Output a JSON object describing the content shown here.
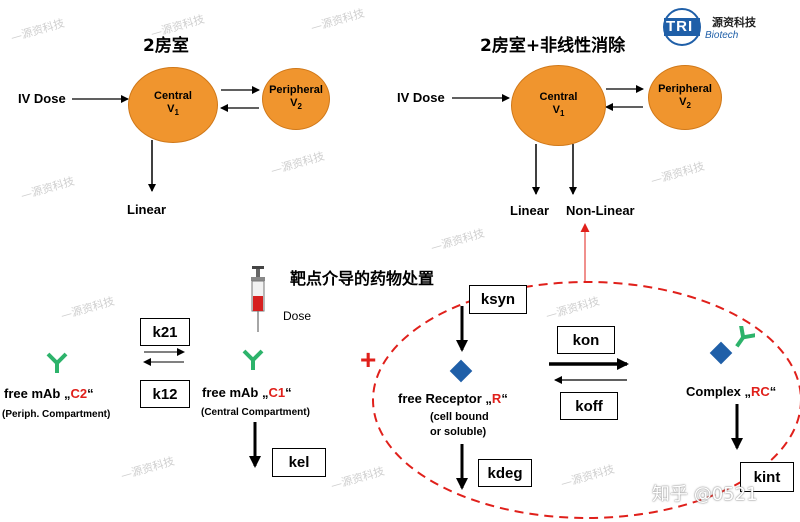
{
  "top_left": {
    "title": "2房室",
    "dose": "IV Dose",
    "central_line1": "Central",
    "central_line2": "V",
    "central_sub": "1",
    "peripheral_line1": "Peripheral",
    "peripheral_line2": "V",
    "peripheral_sub": "2",
    "linear": "Linear"
  },
  "top_right": {
    "title": "2房室+非线性消除",
    "dose": "IV Dose",
    "central_line1": "Central",
    "central_line2": "V",
    "central_sub": "1",
    "peripheral_line1": "Peripheral",
    "peripheral_line2": "V",
    "peripheral_sub": "2",
    "linear": "Linear",
    "nonlinear": "Non-Linear"
  },
  "logo": {
    "mark": "TRI",
    "name": "源资科技",
    "sub": "Biotech"
  },
  "tmdd": {
    "title": "靶点介导的药物处置",
    "dose": "Dose",
    "c2_prefix": "free mAb „",
    "c2": "C2",
    "c2_suffix": "“",
    "c2_note": "(Periph. Compartment)",
    "c1_prefix": "free mAb „",
    "c1": "C1",
    "c1_suffix": "“",
    "c1_note": "(Central Compartment)",
    "k21": "k21",
    "k12": "k12",
    "kel": "kel",
    "plus": "+",
    "ksyn": "ksyn",
    "r_prefix": "free Receptor „",
    "r": "R",
    "r_suffix": "“",
    "r_note1": "(cell bound",
    "r_note2": "or soluble)",
    "kon": "kon",
    "koff": "koff",
    "rc_prefix": "Complex „",
    "rc": "RC",
    "rc_suffix": "“",
    "kdeg": "kdeg",
    "kint": "kint"
  },
  "watermark": {
    "text": "—源资科技",
    "credit": "知乎 @0521"
  },
  "colors": {
    "compartment": "#F0952E",
    "antibody": "#2DB36B",
    "receptor": "#1F5FA8",
    "highlight": "#E0201B"
  }
}
